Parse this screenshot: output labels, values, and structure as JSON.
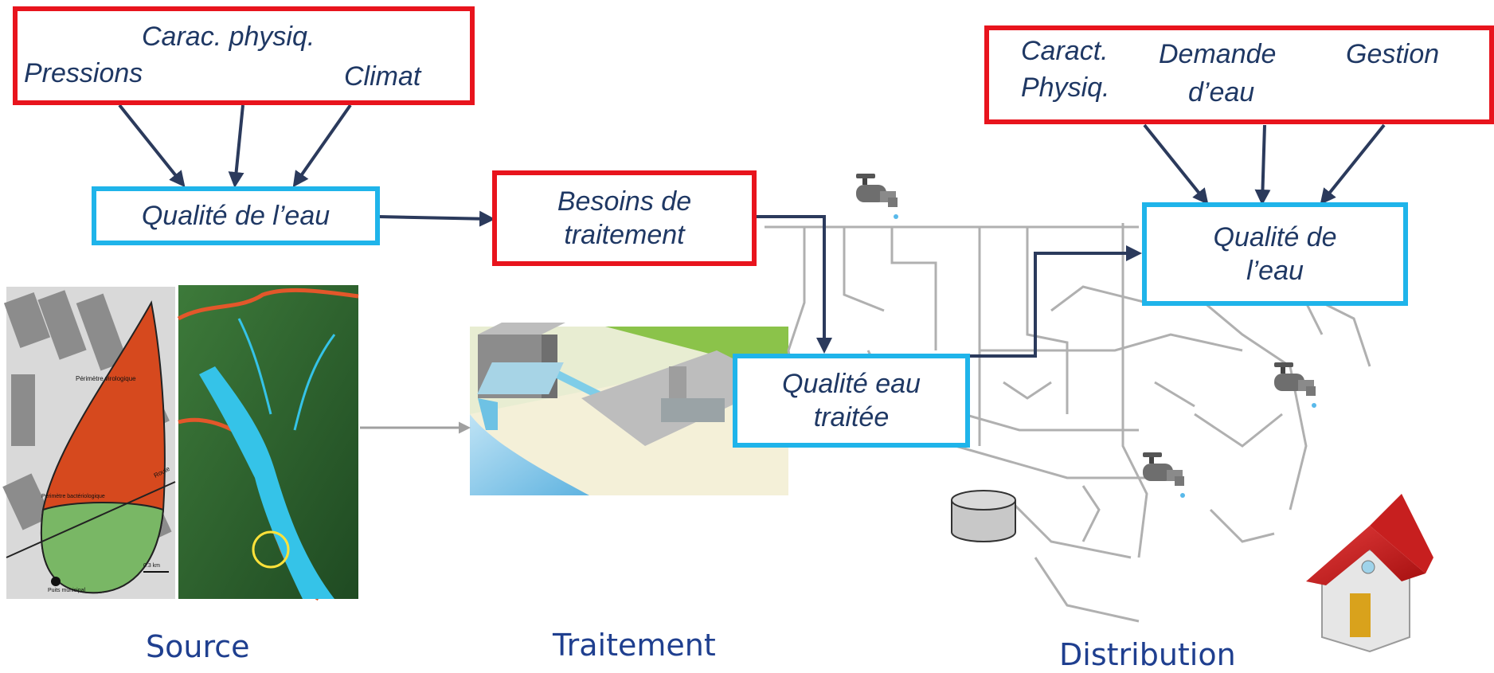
{
  "source": {
    "factors": [
      "Carac. physiq.",
      "Pressions",
      "Climat"
    ],
    "quality_label": "Qualité de l’eau",
    "caption": "Source",
    "map_labels": {
      "virologique": "Périmètre virologique",
      "bacteriologique": "Périmètre bactériologique",
      "route": "Route",
      "puits": "Puits municipal",
      "scale": "0.3 km"
    }
  },
  "treatment": {
    "needs_line1": "Besoins de",
    "needs_line2": "traitement",
    "treated_line1": "Qualité eau",
    "treated_line2": "traitée",
    "caption": "Traitement"
  },
  "distribution": {
    "factor_caract_line1": "Caract.",
    "factor_caract_line2": "Physiq.",
    "factor_demande_line1": "Demande",
    "factor_demande_line2": "d’eau",
    "factor_gestion": "Gestion",
    "quality_line1": "Qualité de",
    "quality_line2": "l’eau",
    "caption": "Distribution"
  },
  "colors": {
    "red_border": "#e8141d",
    "blue_border": "#1fb4ea",
    "text": "#1f3864",
    "arrow": "#2b3a5c"
  },
  "icons": [
    "faucet-icon",
    "reservoir-icon",
    "house-icon"
  ]
}
